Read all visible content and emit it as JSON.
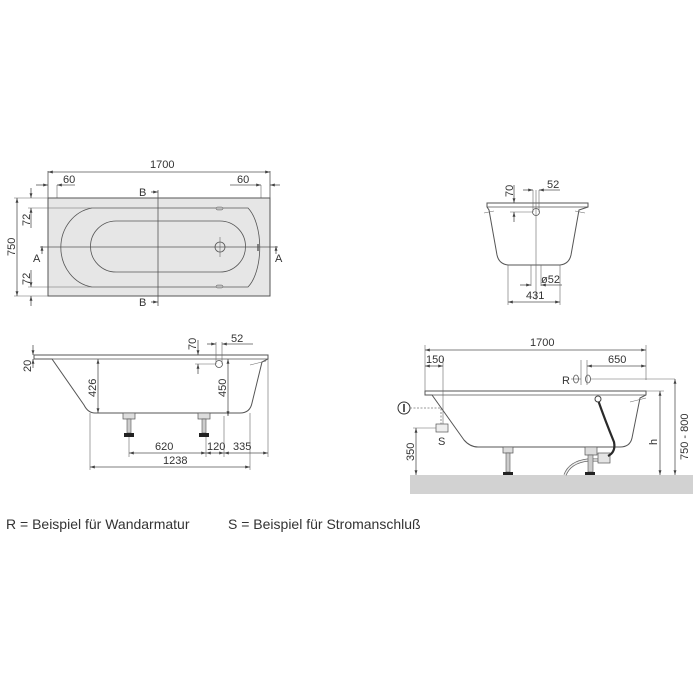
{
  "plan_view": {
    "overall_length": "1700",
    "edge_left": "60",
    "edge_right": "60",
    "overall_width": "750",
    "rim_top": "72",
    "rim_bottom": "72",
    "section_a": "A",
    "section_b": "B"
  },
  "cross_section": {
    "overflow_offset": "70",
    "overflow_width": "52",
    "drain_diameter": "ø52",
    "bottom_width": "431"
  },
  "side_elevation": {
    "rim_thickness": "20",
    "inner_depth": "426",
    "overflow_offset": "70",
    "overflow_width": "52",
    "overflow_height": "450",
    "foot_spacing": "620",
    "foot_to_drain": "120",
    "drain_to_end": "335",
    "bottom_length": "1238"
  },
  "installation_view": {
    "overall_length": "1700",
    "power_offset": "150",
    "faucet_offset": "650",
    "faucet_label": "R",
    "power_label": "S",
    "power_height": "350",
    "height_label": "h",
    "faucet_height": "750 - 800"
  },
  "legend": {
    "r_note": "R = Beispiel für Wandarmatur",
    "s_note": "S = Beispiel für Stromanschluß"
  },
  "colors": {
    "line": "#555555",
    "tub_fill": "#e6e6e6",
    "floor": "#d2d2d2",
    "hose": "#2a2a2a"
  }
}
